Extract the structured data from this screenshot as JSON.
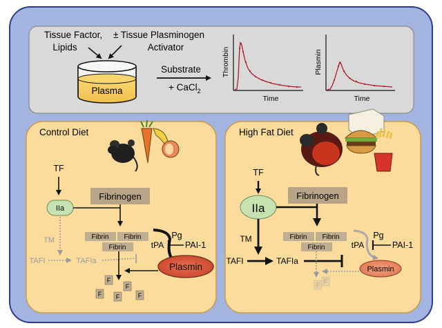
{
  "top_panel": {
    "input_left": "Tissue Factor,",
    "input_left_2": "Lipids",
    "input_right": "± Tissue Plasminogen",
    "input_right_2": "Activator",
    "beaker_label": "Plasma",
    "arrow_label_1": "Substrate",
    "arrow_label_2": "+ CaCl",
    "arrow_label_2_sub": "2",
    "plot1": {
      "ylabel": "Thrombin",
      "xlabel": "Time"
    },
    "plot2": {
      "ylabel": "Plasmin",
      "xlabel": "Time"
    }
  },
  "control_panel": {
    "title": "Control Diet",
    "tf": "TF",
    "iia": "IIa",
    "fibrinogen": "Fibrinogen",
    "fibrin": [
      "Fibrin",
      "Fibrin",
      "Fibrin"
    ],
    "pg": "Pg",
    "tpa": "tPA",
    "pai": "PAI-1",
    "tm": "TM",
    "tafi": "TAFI",
    "tafia": "TAFIa",
    "plasmin": "Plasmin",
    "fragment": "F"
  },
  "highfat_panel": {
    "title": "High Fat Diet",
    "tf": "TF",
    "iia": "IIa",
    "fibrinogen": "Fibrinogen",
    "fibrin": [
      "Fibrin",
      "Fibrin",
      "Fibrin"
    ],
    "pg": "Pg",
    "tpa": "tPA",
    "pai": "PAI-1",
    "tm": "TM",
    "tafi": "TAFI",
    "tafia": "TAFIa",
    "plasmin": "Plasmin",
    "fragment": "F"
  },
  "colors": {
    "outer_bg": "#a4b4e0",
    "top_panel_bg": "#d9d9d9",
    "diet_panel_bg": "#fbdc9c",
    "fibrinogen_box": "#b8a487",
    "fibrin_box": "#c0ae91",
    "iia_fill": "#c6e2b0",
    "plasmin_fill": "#d9553a",
    "curve_red": "#b2182b"
  }
}
